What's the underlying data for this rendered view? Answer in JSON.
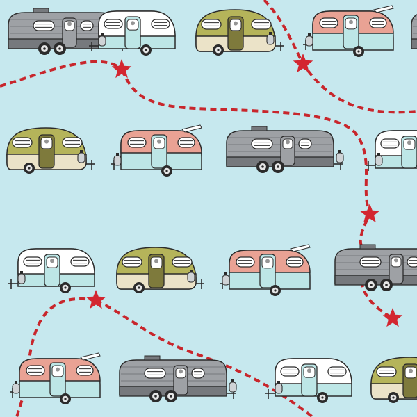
{
  "colors": {
    "background": "#c6e8ee",
    "route": "#c8262c",
    "star": "#d32630",
    "outline": "#2b2b2b",
    "olive": "#b5b45a",
    "olive_dark": "#7e7a3c",
    "cream": "#ebe3c8",
    "pink": "#e9a294",
    "aqua": "#bde6e6",
    "white": "#ffffff",
    "silver": "#9ea1a5",
    "silver_dark": "#76797d",
    "tank": "#cfd3d6"
  },
  "camper_styles": [
    "olive-teardrop",
    "pink-canned-ham",
    "white-canned-ham",
    "silver-airstream"
  ],
  "campers": [
    {
      "style": "silver-airstream"
    },
    {
      "style": "white-canned-ham"
    },
    {
      "style": "olive-teardrop"
    },
    {
      "style": "pink-canned-ham"
    },
    {
      "style": "silver-airstream"
    },
    {
      "style": "olive-teardrop"
    },
    {
      "style": "pink-canned-ham"
    },
    {
      "style": "silver-airstream"
    },
    {
      "style": "white-canned-ham"
    },
    {
      "style": "white-canned-ham"
    },
    {
      "style": "olive-teardrop"
    },
    {
      "style": "pink-canned-ham"
    },
    {
      "style": "silver-airstream"
    },
    {
      "style": "pink-canned-ham"
    },
    {
      "style": "silver-airstream"
    },
    {
      "style": "white-canned-ham"
    },
    {
      "style": "olive-teardrop"
    }
  ],
  "stars": 5,
  "route_segments": 4
}
